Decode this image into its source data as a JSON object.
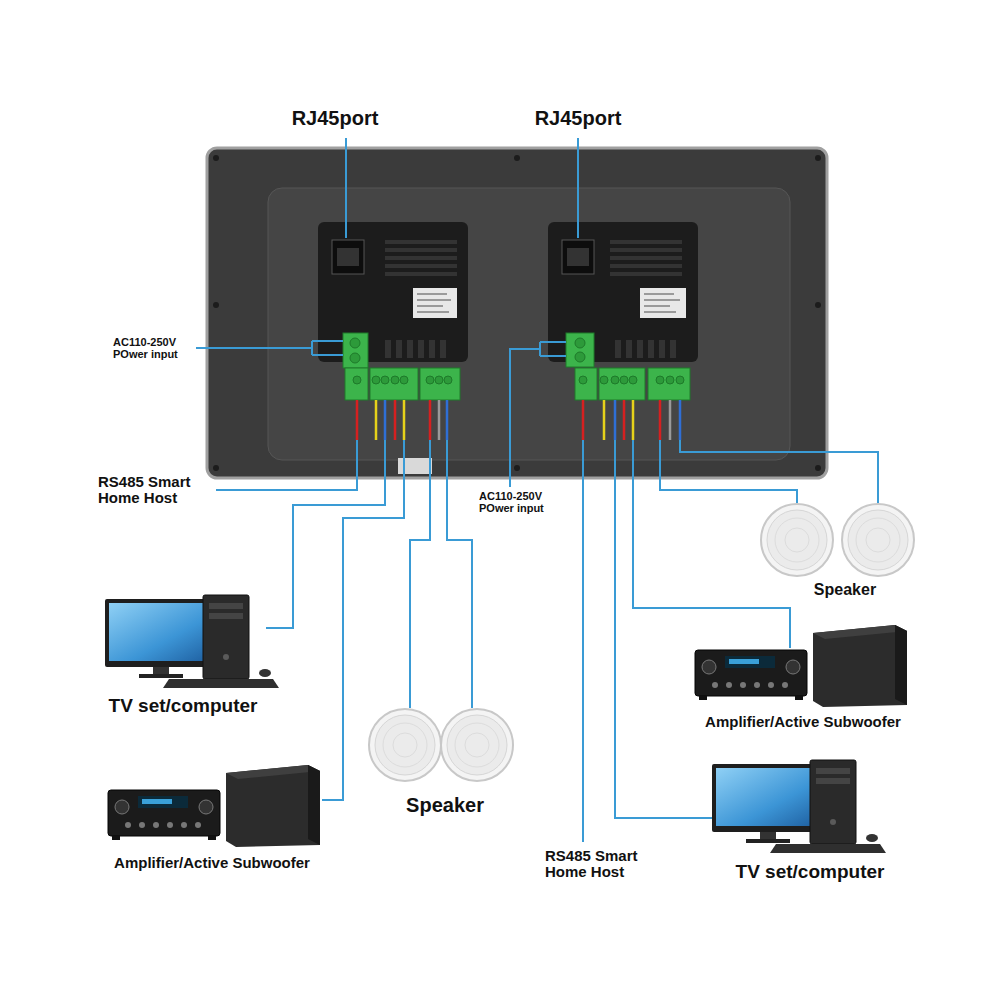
{
  "diagram": {
    "labels": [
      "RJ45port",
      "RJ45port",
      "AC110-250V POwer input",
      "AC110-250V POwer input",
      "RS485 Smart Home Host",
      "Speaker",
      "TV set/computer",
      "Amplifier/Active Subwoofer",
      "Speaker",
      "Amplifier/Active Subwoofer",
      "RS485 Smart Home Host",
      "TV set/computer"
    ]
  }
}
